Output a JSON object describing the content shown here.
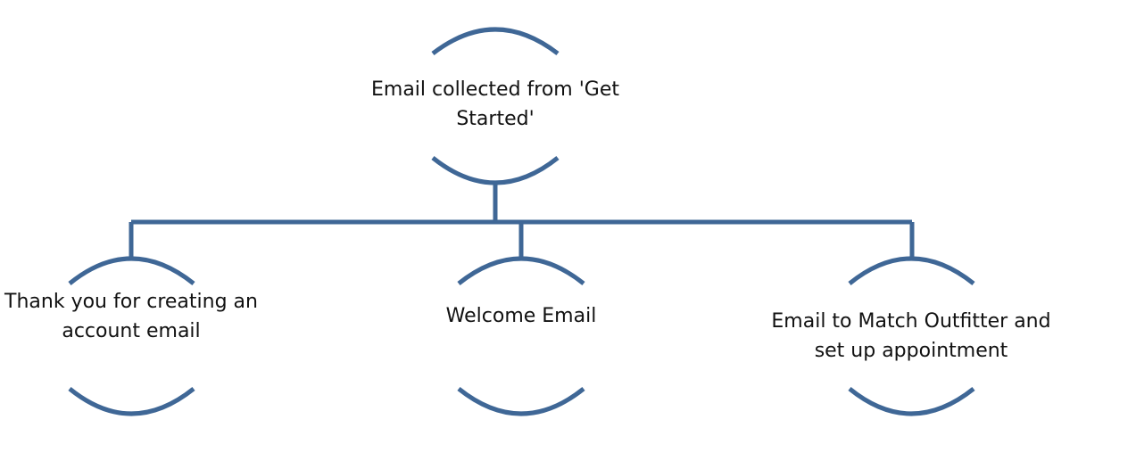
{
  "colors": {
    "line": "#3f6796",
    "text": "#111111",
    "background": "#ffffff"
  },
  "root": {
    "label_line_1": "Email collected from 'Get",
    "label_line_2": "Started'"
  },
  "children": [
    {
      "label_line_1": "Thank you for creating an",
      "label_line_2": "account email"
    },
    {
      "label_line_1": "Welcome Email",
      "label_line_2": ""
    },
    {
      "label_line_1": "Email to Match Outfitter and",
      "label_line_2": "set up appointment"
    }
  ]
}
